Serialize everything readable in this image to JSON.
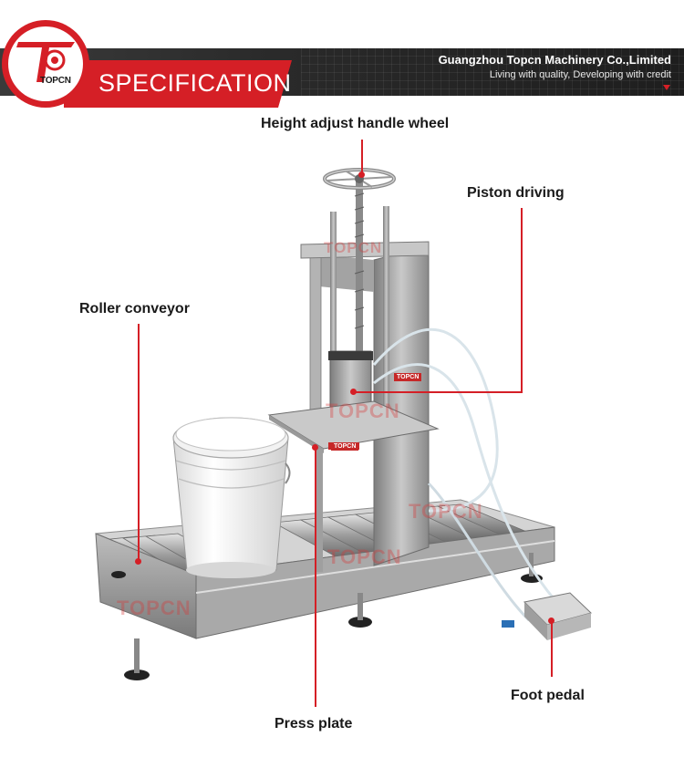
{
  "header": {
    "logo_text": "TOPCN",
    "title": "SPECIFICATION",
    "company": "Guangzhou Topcn Machinery Co.,Limited",
    "tagline": "Living with quality, Developing with credit"
  },
  "callouts": {
    "handle_wheel": "Height adjust handle wheel",
    "piston": "Piston driving",
    "roller": "Roller conveyor",
    "foot_pedal": "Foot pedal",
    "press_plate": "Press plate"
  },
  "watermark": "TOPCN",
  "product_tags": [
    "TOPCN",
    "TOPCN"
  ],
  "colors": {
    "brand_red": "#d51f26",
    "header_dark": "#2a2a2a",
    "steel": "#9a9a9a"
  }
}
